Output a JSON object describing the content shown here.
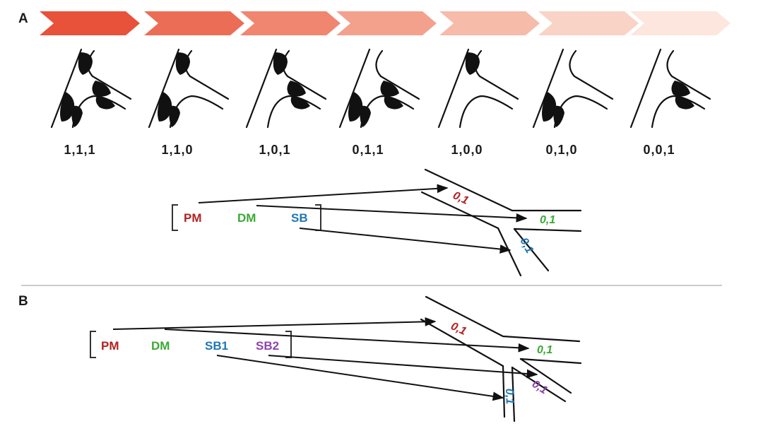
{
  "panel_a": {
    "label": "A",
    "chevrons": [
      {
        "color": "#e8513a"
      },
      {
        "color": "#ec6d55"
      },
      {
        "color": "#f0866f"
      },
      {
        "color": "#f3a18d"
      },
      {
        "color": "#f6bba9"
      },
      {
        "color": "#f9d3c6"
      },
      {
        "color": "#fce6dd"
      }
    ],
    "junctions": [
      {
        "code": "1,1,1",
        "pm": true,
        "dm": true,
        "sb": true
      },
      {
        "code": "1,1,0",
        "pm": true,
        "dm": true,
        "sb": false
      },
      {
        "code": "1,0,1",
        "pm": true,
        "dm": false,
        "sb": true
      },
      {
        "code": "0,1,1",
        "pm": false,
        "dm": true,
        "sb": true
      },
      {
        "code": "1,0,0",
        "pm": true,
        "dm": false,
        "sb": false
      },
      {
        "code": "0,1,0",
        "pm": false,
        "dm": true,
        "sb": false
      },
      {
        "code": "0,0,1",
        "pm": false,
        "dm": false,
        "sb": true
      }
    ],
    "classes": [
      {
        "name": "PM",
        "color": "#b22222"
      },
      {
        "name": "DM",
        "color": "#3aaa35"
      },
      {
        "name": "SB",
        "color": "#1f77b4"
      }
    ],
    "segments": [
      {
        "text": "0,1",
        "color": "#b22222"
      },
      {
        "text": "0,1",
        "color": "#3aaa35"
      },
      {
        "text": "0,1",
        "color": "#1f77b4"
      }
    ]
  },
  "panel_b": {
    "label": "B",
    "classes": [
      {
        "name": "PM",
        "color": "#b22222"
      },
      {
        "name": "DM",
        "color": "#3aaa35"
      },
      {
        "name": "SB1",
        "color": "#1f77b4"
      },
      {
        "name": "SB2",
        "color": "#8e44ad"
      }
    ],
    "segments": [
      {
        "text": "0,1",
        "color": "#b22222"
      },
      {
        "text": "0,1",
        "color": "#3aaa35"
      },
      {
        "text": "0,1",
        "color": "#1f77b4"
      },
      {
        "text": "0,1",
        "color": "#8e44ad"
      }
    ]
  },
  "divider_color": "#bbbbbb"
}
